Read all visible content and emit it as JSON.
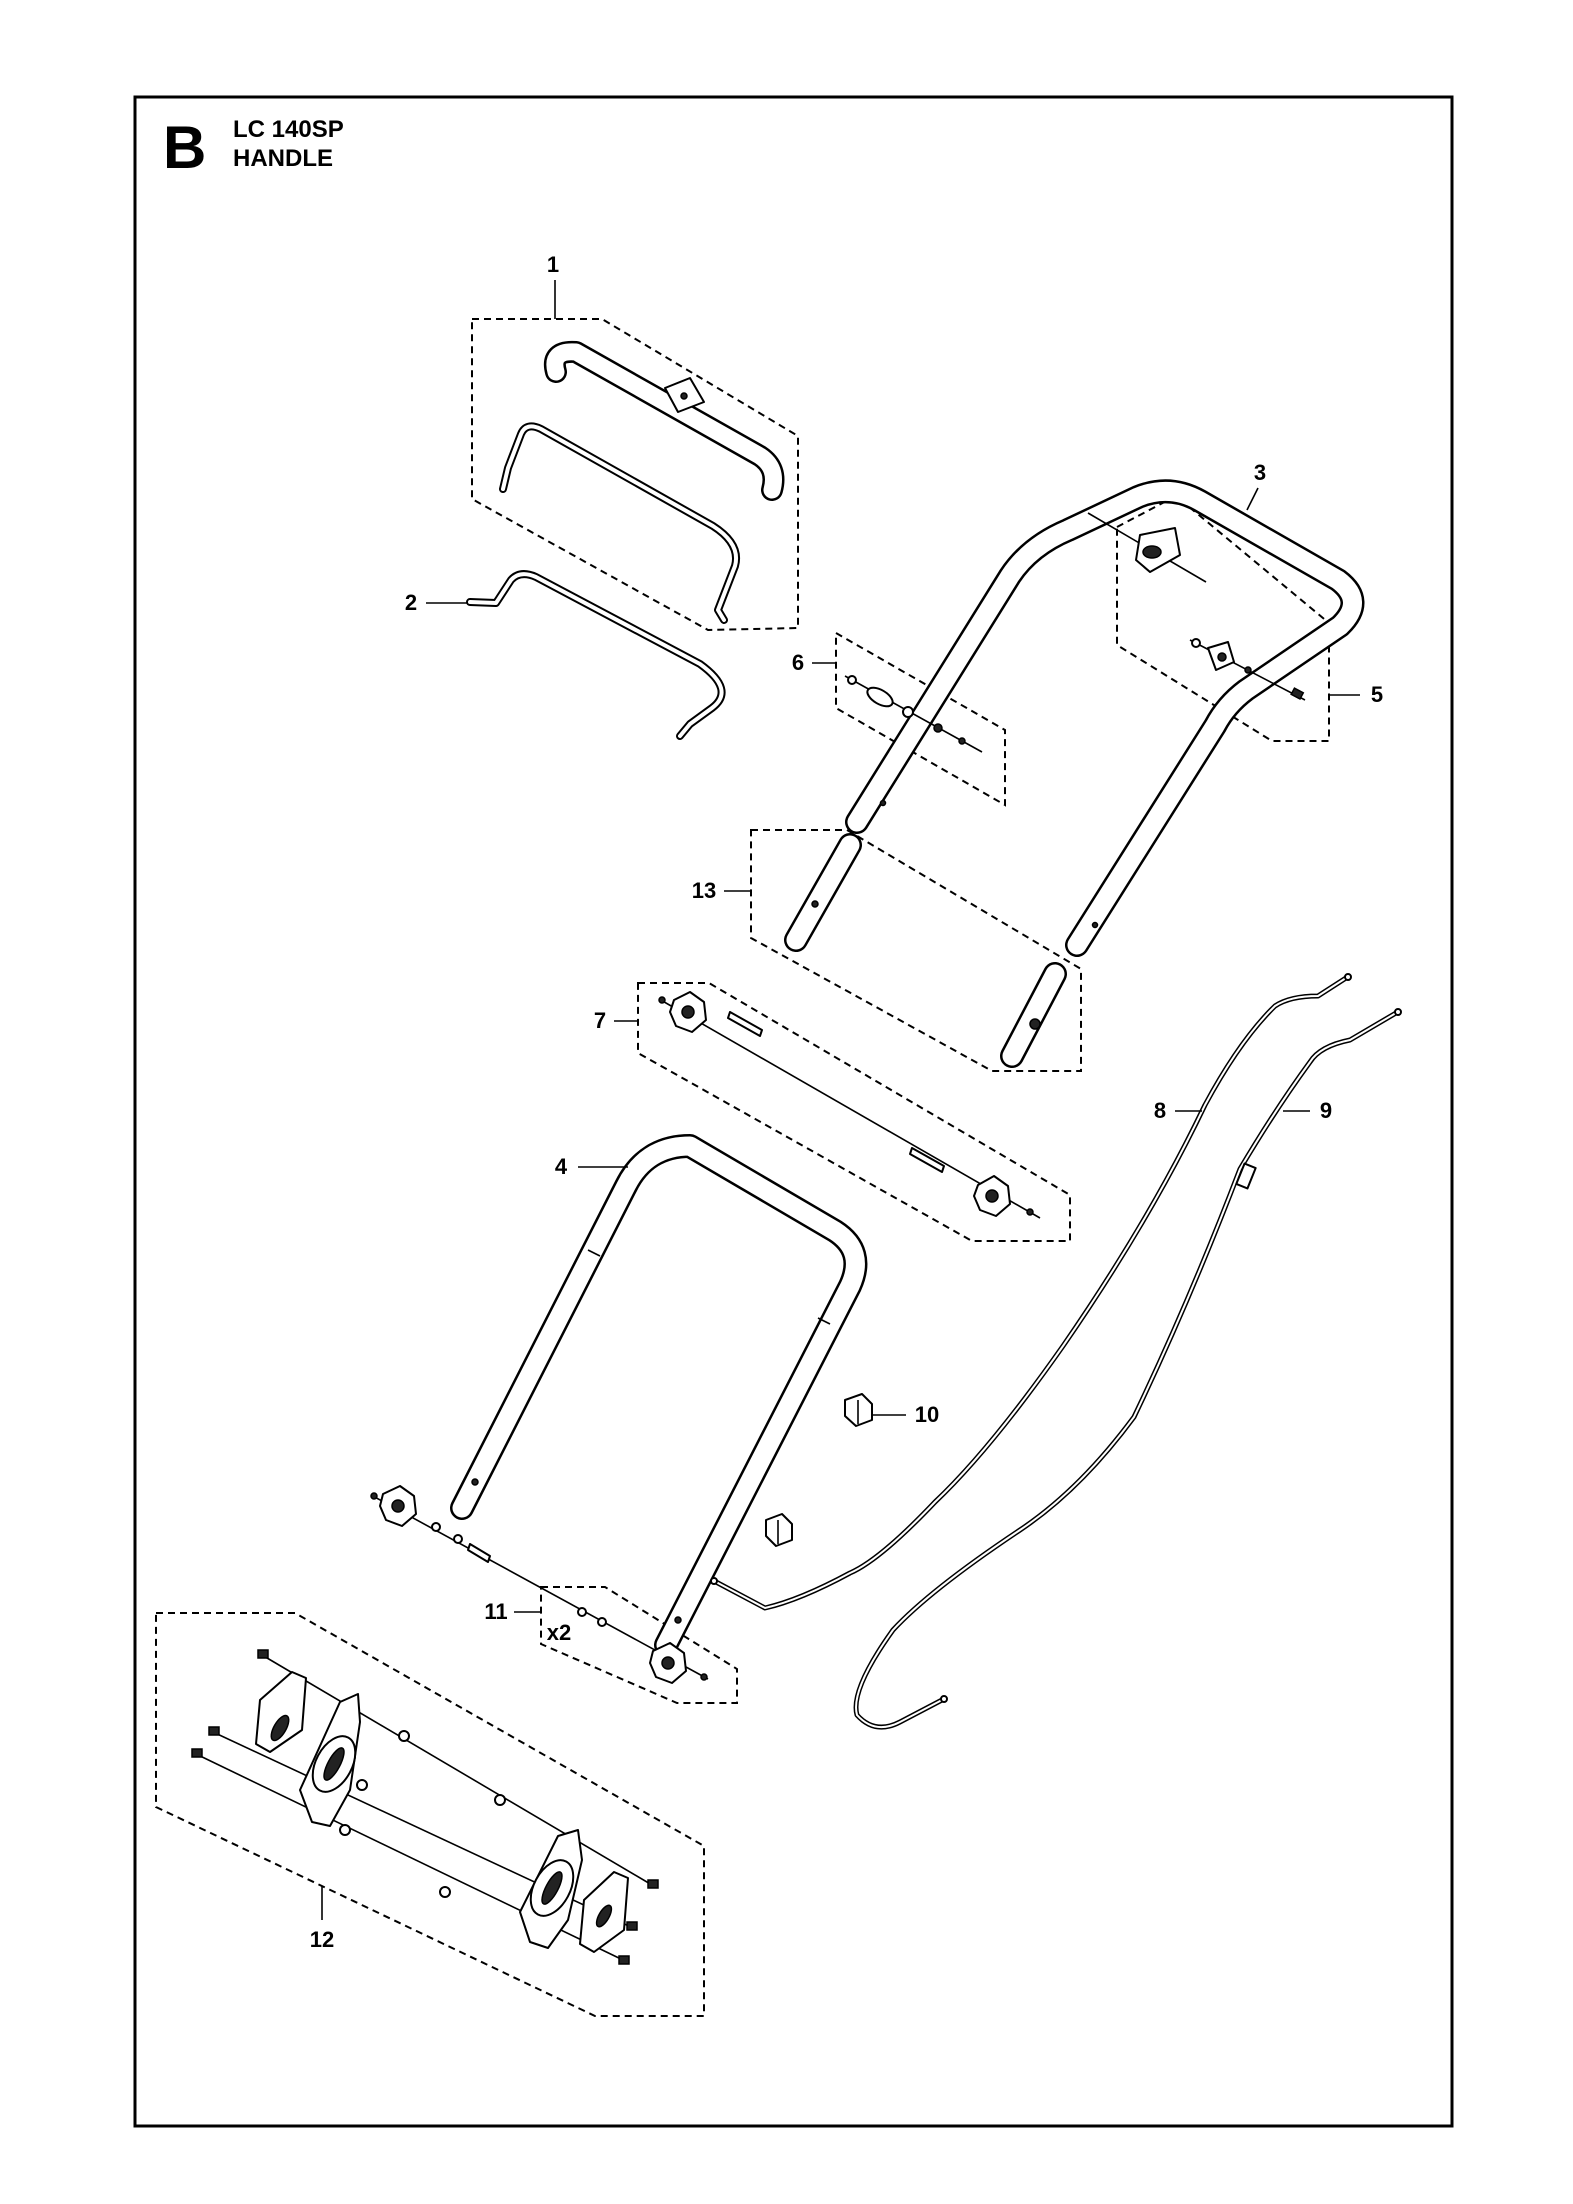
{
  "header": {
    "section_letter": "B",
    "model": "LC 140SP",
    "title": "HANDLE"
  },
  "callouts": [
    "1",
    "2",
    "3",
    "4",
    "5",
    "6",
    "7",
    "8",
    "9",
    "10",
    "11",
    "12",
    "13"
  ],
  "qualifiers": {
    "item_11_quantity": "x2"
  }
}
